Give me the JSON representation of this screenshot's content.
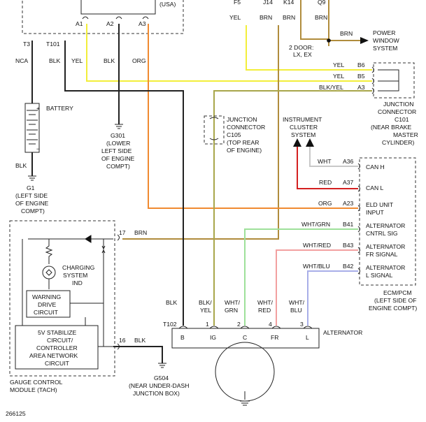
{
  "colors": {
    "yel": "#f2ee3a",
    "brn": "#b08c3c",
    "blk": "#222222",
    "org": "#f08a30",
    "wht": "#c8c8c8",
    "red": "#d42020",
    "whtgrn": "#9ee09a",
    "whtred": "#f2a0a0",
    "whtblu": "#a8aee8",
    "blkyel": "#a8a64a"
  },
  "top": {
    "usa": "(USA)",
    "a1": "A1",
    "a2": "A2",
    "a3": "A3",
    "f5": "F5",
    "j14": "J14",
    "k14": "K14",
    "q9": "Q9",
    "yel_f5": "YEL",
    "brn_j14": "BRN",
    "brn_k14": "BRN",
    "brn_q9": "BRN",
    "t3": "T3",
    "t101": "T101",
    "nca": "NCA",
    "blk": "BLK",
    "yel": "YEL",
    "blk2": "BLK",
    "org": "ORG",
    "door_line1": "2 DOOR:",
    "door_line2": "LX, EX",
    "brn_pw": "BRN",
    "pw_line1": "POWER",
    "pw_line2": "WINDOW",
    "pw_line3": "SYSTEM"
  },
  "battery": {
    "label": "BATTERY",
    "plus": "+",
    "minus": "−",
    "blk": "BLK",
    "g1": "G1",
    "g1_l1": "(LEFT SIDE",
    "g1_l2": "OF ENGINE",
    "g1_l3": "COMPT)"
  },
  "g301": {
    "name": "G301",
    "l1": "(LOWER",
    "l2": "LEFT SIDE",
    "l3": "OF ENGINE",
    "l4": "COMPT)"
  },
  "jc105": {
    "l1": "JUNCTION",
    "l2": "CONNECTOR",
    "l3": "C105",
    "l4": "(TOP REAR",
    "l5": "OF ENGINE)"
  },
  "jc101": {
    "b6": "B6",
    "b5": "B5",
    "a3": "A3",
    "yel1": "YEL",
    "yel2": "YEL",
    "blkyel": "BLK/YEL",
    "l1": "JUNCTION",
    "l2": "CONNECTOR",
    "l3": "C101",
    "l4": "(NEAR BRAKE",
    "l5": "MASTER",
    "l6": "CYLINDER)"
  },
  "cluster": {
    "l1": "INSTRUMENT",
    "l2": "CLUSTER",
    "l3": "SYSTEM"
  },
  "ecm": {
    "rows": [
      {
        "wire": "WHT",
        "pin": "A36",
        "l1": "CAN H",
        "l2": ""
      },
      {
        "wire": "RED",
        "pin": "A37",
        "l1": "CAN L",
        "l2": ""
      },
      {
        "wire": "ORG",
        "pin": "A23",
        "l1": "ELD UNIT",
        "l2": "INPUT"
      },
      {
        "wire": "WHT/GRN",
        "pin": "B41",
        "l1": "ALTERNATOR",
        "l2": "CNTRL SIG"
      },
      {
        "wire": "WHT/RED",
        "pin": "B43",
        "l1": "ALTERNATOR",
        "l2": "FR SIGNAL"
      },
      {
        "wire": "WHT/BLU",
        "pin": "B42",
        "l1": "ALTERNATOR",
        "l2": "L SIGNAL"
      }
    ],
    "name": "ECM/PCM",
    "loc1": "(LEFT SIDE OF",
    "loc2": "ENGINE COMPT)"
  },
  "gauge": {
    "pin17": "17",
    "brn": "BRN",
    "pin16": "16",
    "blk": "BLK",
    "charge1": "CHARGING",
    "charge2": "SYSTEM",
    "charge3": "IND",
    "warn1": "WARNING",
    "warn2": "DRIVE",
    "warn3": "CIRCUIT",
    "stab1": "5V STABILIZE",
    "stab2": "CIRCUIT/",
    "stab3": "CONTROLLER",
    "stab4": "AREA NETWORK",
    "stab5": "CIRCUIT",
    "name1": "GAUGE CONTROL",
    "name2": "MODULE (TACH)"
  },
  "g504": {
    "name": "G504",
    "l1": "(NEAR UNDER-DASH",
    "l2": "JUNCTION BOX)"
  },
  "alt": {
    "wire_blk": "BLK",
    "blkyel1": "BLK/",
    "blkyel2": "YEL",
    "whtgrn1": "WHT/",
    "whtgrn2": "GRN",
    "whtred1": "WHT/",
    "whtred2": "RED",
    "whtblu1": "WHT/",
    "whtblu2": "BLU",
    "t102": "T102",
    "p1": "1",
    "p2": "2",
    "p4": "4",
    "p3": "3",
    "b": "B",
    "ig": "IG",
    "c": "C",
    "fr": "FR",
    "l": "L",
    "name": "ALTERNATOR"
  },
  "footer": {
    "code": "266125"
  }
}
